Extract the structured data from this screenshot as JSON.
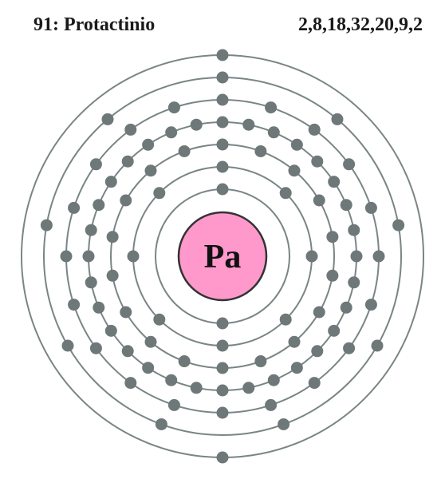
{
  "header": {
    "title": "91: Protactinio",
    "configuration": "2,8,18,32,20,9,2"
  },
  "nucleus": {
    "symbol": "Pa",
    "fill_color": "#ff99cc"
  },
  "colors": {
    "shell": "#7a8585",
    "electron": "#6e7878",
    "nucleus_border": "#333333"
  },
  "shells": [
    {
      "shell": 1,
      "electrons": 2
    },
    {
      "shell": 2,
      "electrons": 8
    },
    {
      "shell": 3,
      "electrons": 18
    },
    {
      "shell": 4,
      "electrons": 32
    },
    {
      "shell": 5,
      "electrons": 20
    },
    {
      "shell": 6,
      "electrons": 9
    },
    {
      "shell": 7,
      "electrons": 2
    }
  ]
}
